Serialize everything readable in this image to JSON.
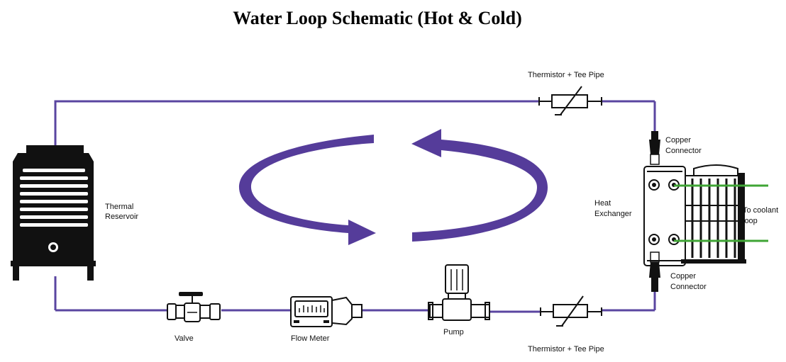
{
  "title": "Water Loop Schematic (Hot & Cold)",
  "colors": {
    "pipe": "#5a45a0",
    "flow_arrow": "#553c9a",
    "coolant_line": "#3fa535",
    "component": "#111111"
  },
  "labels": {
    "thermal_reservoir": [
      "Thermal",
      "Reservoir"
    ],
    "heat_exchanger": [
      "Heat",
      "Exchanger"
    ],
    "coolant": [
      "To coolant",
      "loop"
    ],
    "copper_top": [
      "Copper",
      "Connector"
    ],
    "copper_bottom": [
      "Copper",
      "Connector"
    ],
    "thermistor_top": "Thermistor + Tee Pipe",
    "thermistor_bottom": "Thermistor + Tee Pipe",
    "valve": "Valve",
    "flow_meter": "Flow Meter",
    "pump": "Pump"
  },
  "icons": {
    "reservoir": "cooling-tower-icon",
    "valve": "ball-valve-icon",
    "flow_meter": "flow-meter-icon",
    "pump": "inline-pump-icon",
    "thermistor": "thermistor-icon",
    "heat_exchanger": "plate-heat-exchanger-icon",
    "copper_connector": "pipe-connector-icon",
    "flow_direction": "counter-clockwise-arrows-icon"
  }
}
